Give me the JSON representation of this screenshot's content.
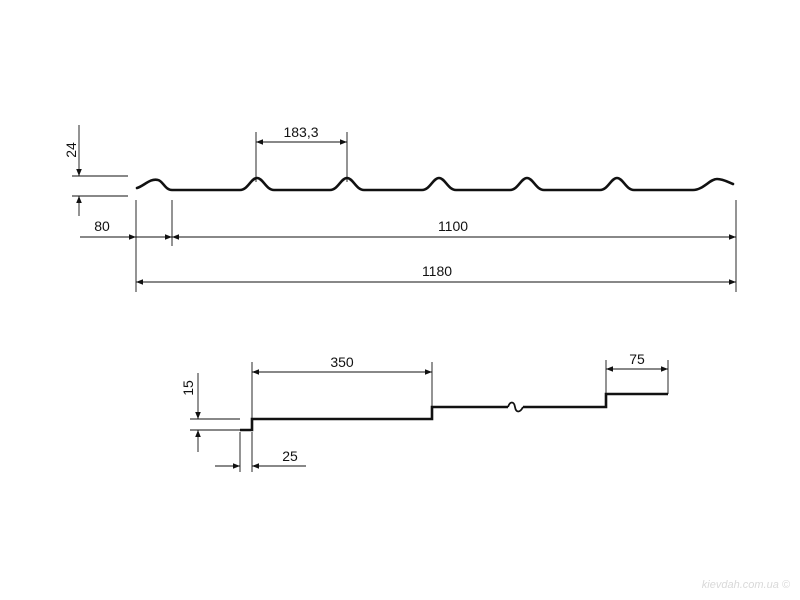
{
  "top_view": {
    "dims": {
      "height": "24",
      "wave_pitch": "183,3",
      "overlap": "80",
      "useful_width": "1100",
      "total_width": "1180"
    }
  },
  "bottom_view": {
    "dims": {
      "step_height": "15",
      "step_pitch": "350",
      "end_segment": "75",
      "offset": "25"
    }
  },
  "watermark": "kievdah.com.ua ©",
  "colors": {
    "line": "#111111",
    "background": "#ffffff",
    "watermark": "#d9d9d9"
  }
}
